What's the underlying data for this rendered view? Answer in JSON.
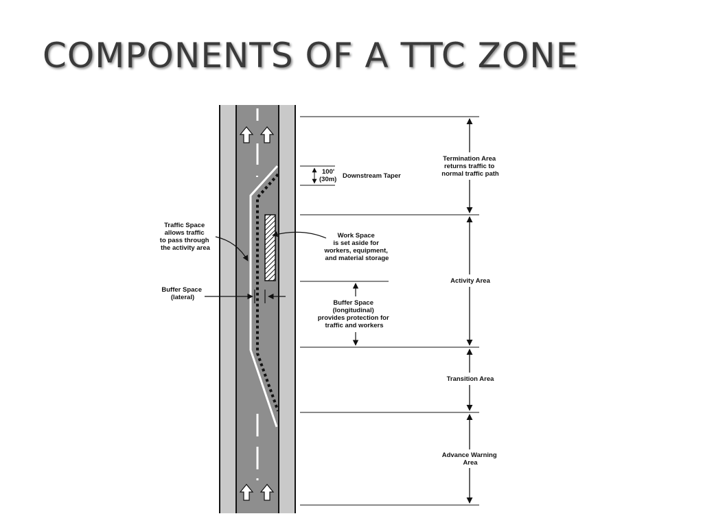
{
  "slide": {
    "title": "COMPONENTS OF A TTC ZONE"
  },
  "diagram": {
    "colors": {
      "road": "#8e8e8e",
      "shoulder": "#c9c9c9",
      "line": "#111111",
      "marking": "#ffffff",
      "channelizer": "#111111"
    },
    "taper": {
      "distance_ft": "100'",
      "distance_m": "(30m)",
      "label": "Downstream Taper"
    },
    "areas": [
      {
        "lines": [
          "Termination Area",
          "returns traffic to",
          "normal traffic path"
        ]
      },
      {
        "lines": [
          "Activity Area"
        ]
      },
      {
        "lines": [
          "Transition Area"
        ]
      },
      {
        "lines": [
          "Advance Warning",
          "Area"
        ]
      }
    ],
    "callouts": {
      "traffic_space": [
        "Traffic Space",
        "allows traffic",
        "to pass through",
        "the activity area"
      ],
      "work_space": [
        "Work Space",
        "is set aside for",
        "workers, equipment,",
        "and material storage"
      ],
      "buffer_lateral": [
        "Buffer Space",
        "(lateral)"
      ],
      "buffer_longitudinal": [
        "Buffer Space",
        "(longitudinal)",
        "provides protection for",
        "traffic and workers"
      ]
    },
    "icons": [
      "up-arrow-icon",
      "up-arrow-icon",
      "up-arrow-icon",
      "up-arrow-icon"
    ]
  }
}
